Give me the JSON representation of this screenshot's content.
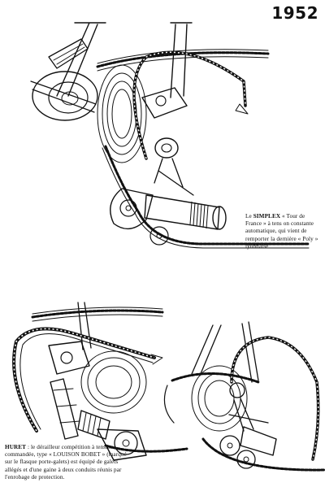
{
  "header": {
    "year": "1952"
  },
  "captions": {
    "top": {
      "brand": "SIMPLEX",
      "line1_pre": "Le",
      "text": "« Tour de France » à tens on constante automatique, qui vient de remporter la dernière « Poly » lyonnaise"
    },
    "bottom": {
      "brand": "HURET",
      "text": ": le dérailleur compétition à tension commandée, type « LOUISON BOBET » (marqué sur le flasque porte-galets) est équipé de galets allégés et d'une gaine à deux conduits réunis par l'enrobage de protection."
    }
  },
  "illustrations": [
    {
      "id": "simplex-derailleur",
      "icon": "derailleur-drawing"
    },
    {
      "id": "huret-louison-bobet-derailleur",
      "icon": "derailleur-drawing"
    },
    {
      "id": "third-derailleur",
      "icon": "derailleur-drawing"
    }
  ]
}
